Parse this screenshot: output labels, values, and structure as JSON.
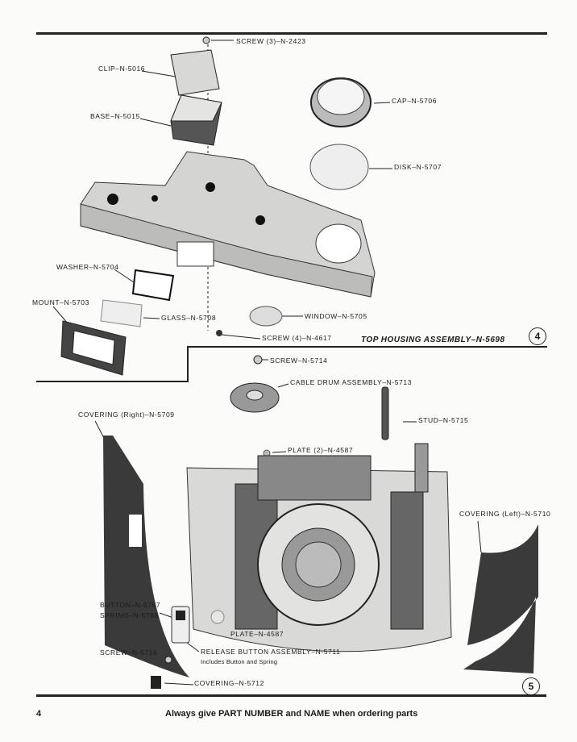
{
  "section4": {
    "title": "TOP HOUSING ASSEMBLY–N-5698",
    "figure_number": "4",
    "labels": {
      "screw3": "SCREW (3)–N-2423",
      "clip": "CLIP–N-5016",
      "base": "BASE–N-5015",
      "cap": "CAP–N-5706",
      "disk": "DISK–N-5707",
      "washer": "WASHER–N-5704",
      "mount": "MOUNT–N-5703",
      "glass": "GLASS–N-5708",
      "window": "WINDOW–N-5705",
      "screw4": "SCREW (4)–N-4617"
    }
  },
  "section5": {
    "figure_number": "5",
    "labels": {
      "screw": "SCREW–N-5714",
      "cable_drum": "CABLE DRUM ASSEMBLY–N-5713",
      "covering_right": "COVERING (Right)–N-5709",
      "stud": "STUD–N-5715",
      "plate2": "PLATE (2)–N-4587",
      "covering_left": "COVERING (Left)–N-5710",
      "button": "BUTTON–N-5787",
      "spring": "SPRING–N-5788",
      "plate": "PLATE–N-4587",
      "screw_5716": "SCREW–N-5716",
      "release_button": "RELEASE BUTTON ASSEMBLY–N-5711",
      "release_note": "Includes Button and Spring",
      "covering": "COVERING–N-5712"
    }
  },
  "footer": {
    "page_number": "4",
    "notice": "Always give PART NUMBER and NAME when ordering parts"
  }
}
